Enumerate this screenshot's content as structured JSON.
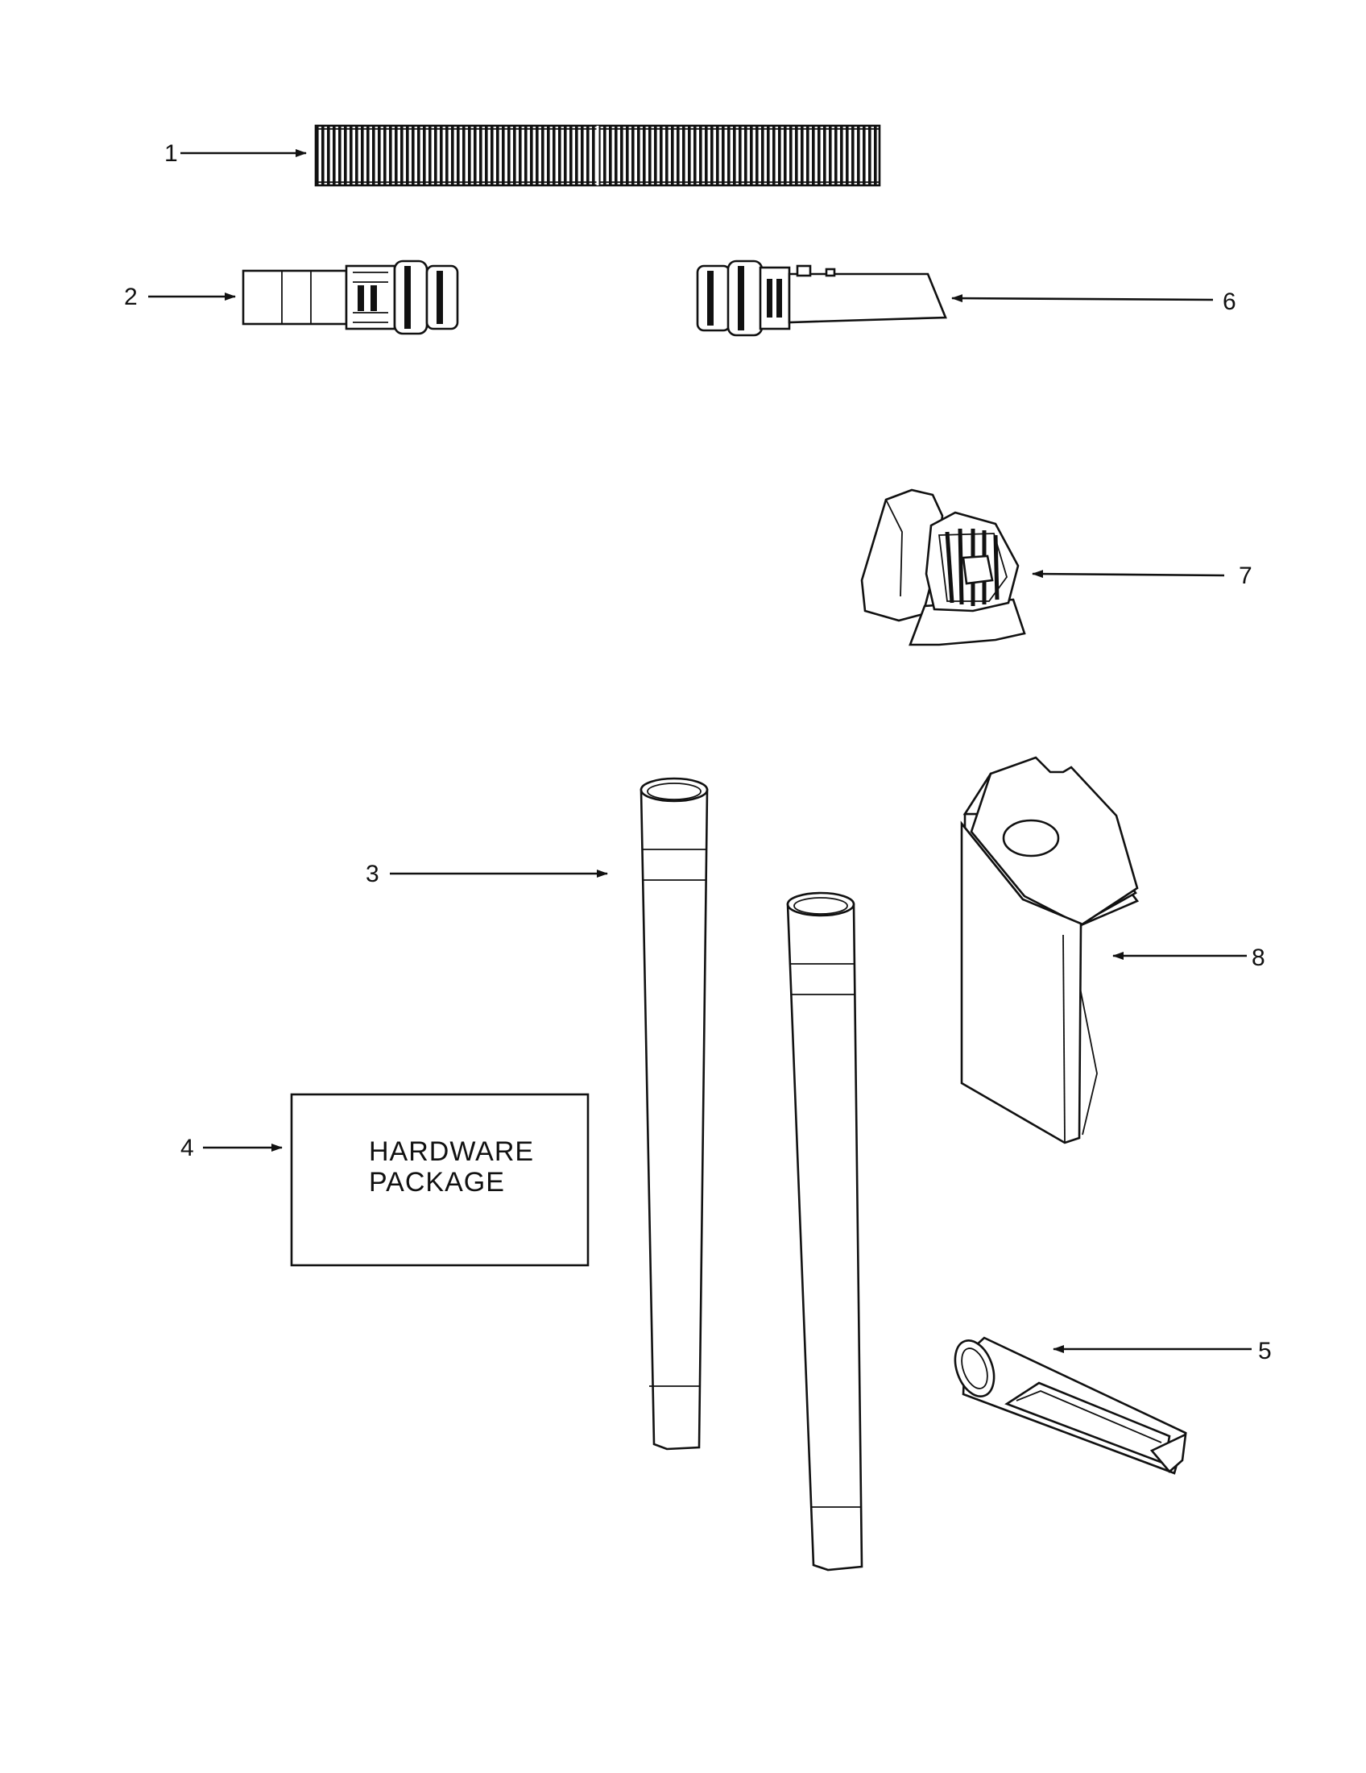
{
  "callouts": {
    "c1": "1",
    "c2": "2",
    "c3": "3",
    "c4": "4",
    "c5": "5",
    "c6": "6",
    "c7": "7",
    "c8": "8"
  },
  "hardware_package": {
    "line1": "HARDWARE",
    "line2": "PACKAGE"
  },
  "colors": {
    "ink": "#111111",
    "paper": "#ffffff"
  }
}
